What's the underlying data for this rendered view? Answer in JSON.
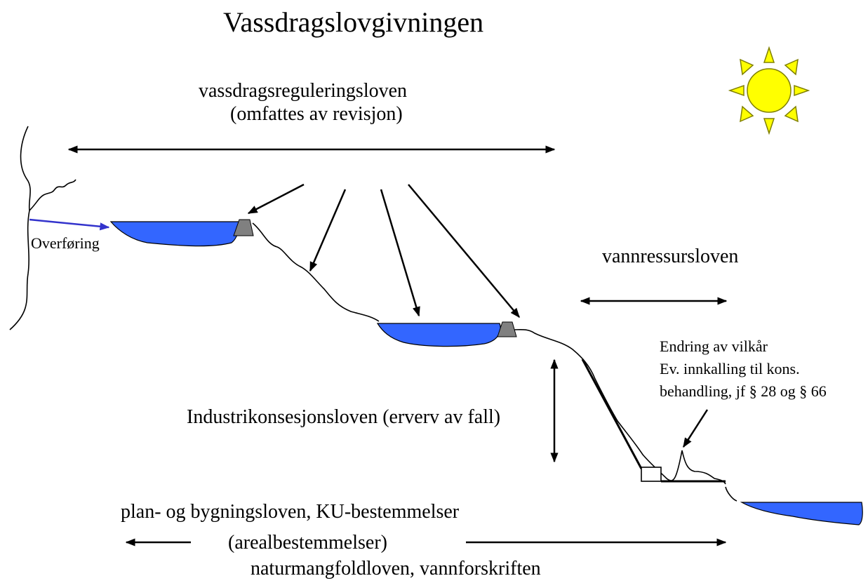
{
  "title": "Vassdragslovgivningen",
  "labels": {
    "regulation_law": "vassdragsreguleringsloven",
    "regulation_note": "(omfattes av revisjon)",
    "transfer": "Overføring",
    "water_resources_law": "vannressursloven",
    "change_line1": "Endring av vilkår",
    "change_line2": "Ev. innkalling til kons.",
    "change_line3": "behandling, jf  § 28 og § 66",
    "industrial_law": "Industrikonsesjonsloven (erverv av fall)",
    "planning_law": "plan- og bygningsloven, KU-bestemmelser",
    "area_provisions": "(arealbestemmelser)",
    "nature_law": "naturmangfoldloven, vannforskriften"
  },
  "colors": {
    "water": "#3366ff",
    "dam": "#808080",
    "transfer_arrow": "#3333cc",
    "sun_fill": "#ffff00",
    "sun_stroke": "#808000",
    "ink": "#000000"
  },
  "icons": [
    "sun-icon",
    "dam-icon",
    "powerhouse-icon",
    "reservoir-icon"
  ]
}
